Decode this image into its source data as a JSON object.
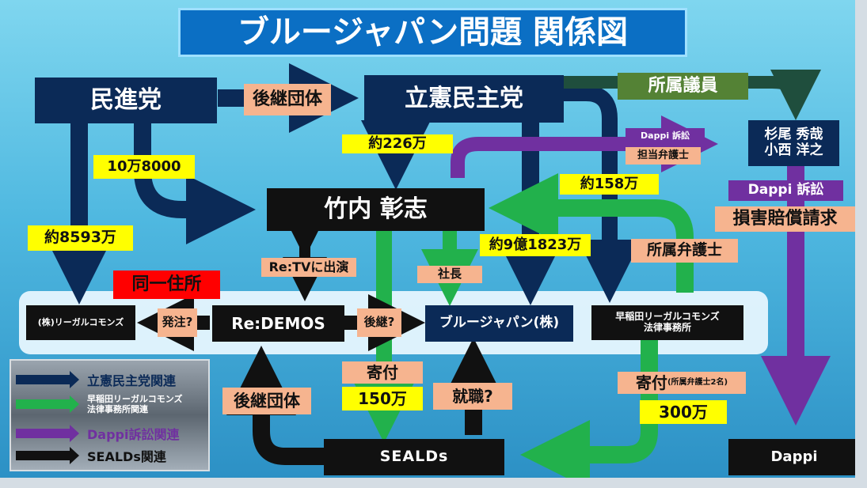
{
  "title": "ブルージャパン問題 関係図",
  "nodes": {
    "minshinto": "民進党",
    "rikken": "立憲民主党",
    "takeuchi": "竹内 彰志",
    "members_line1": "杉尾 秀哉",
    "members_line2": "小西 洋之",
    "legal_commons": "(株)リーガルコモンズ",
    "redemos": "Re:DEMOS",
    "bluejapan": "ブルージャパン(株)",
    "waseda_line1": "早稲田リーガルコモンズ",
    "waseda_line2": "法律事務所",
    "sealds": "SEALDs",
    "dappi": "Dappi"
  },
  "labels": {
    "koenkai_top": "後継団体",
    "shozoku_giin": "所属議員",
    "dappi_sosho_small": "Dappi 訴訟",
    "tanto_bengoshi": "担当弁護士",
    "yaku226": "約226万",
    "man10_8000": "10万8000",
    "yaku158": "約158万",
    "dappi_sosho": "Dappi 訴訟",
    "songai": "損害賠償請求",
    "yaku8593": "約8593万",
    "retv": "Re:TVに出演",
    "yaku9oku": "約9億1823万",
    "shozoku_bengoshi": "所属弁護士",
    "shacho": "社長",
    "doitsu": "同一住所",
    "hatchu": "発注?",
    "koukei_q": "後継?",
    "kifu_left": "寄付",
    "man150": "150万",
    "kifu_right": "寄付",
    "kifu_right_note": "(所属弁護士2名)",
    "man300": "300万",
    "koenkai_bottom": "後継団体",
    "shushoku": "就職?"
  },
  "legend": [
    {
      "label": "立憲民主党関連",
      "color": "#0b2a57"
    },
    {
      "label_line1": "早稲田リーガルコモンズ",
      "label_line2": "法律事務所関連",
      "color": "#22b14c"
    },
    {
      "label": "Dappi訴訟関連",
      "color": "#7030a0"
    },
    {
      "label": "SEALDs関連",
      "color": "#111111"
    }
  ],
  "colors": {
    "rikken": "#0b2a57",
    "waseda": "#22b14c",
    "dappi": "#7030a0",
    "sealds": "#111111",
    "member": "#1f4e3d"
  }
}
